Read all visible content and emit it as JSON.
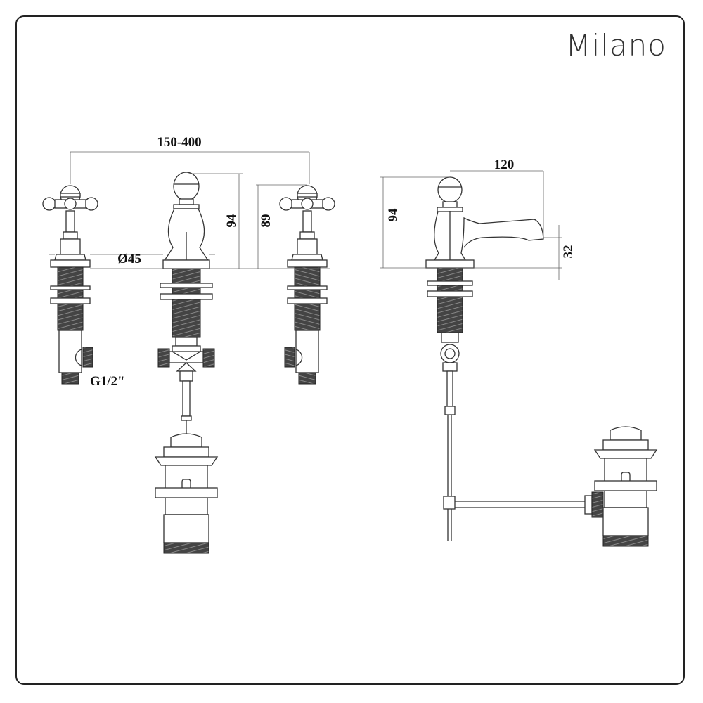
{
  "brand": {
    "logo": "Milano"
  },
  "dimensions": {
    "tap_spacing": "150-400",
    "spout_height": "94",
    "valve_height": "89",
    "flange_diameter": "Ø45",
    "inlet_thread": "G1/2\"",
    "side_height": "94",
    "spout_reach": "120",
    "spout_outlet_height": "32"
  }
}
